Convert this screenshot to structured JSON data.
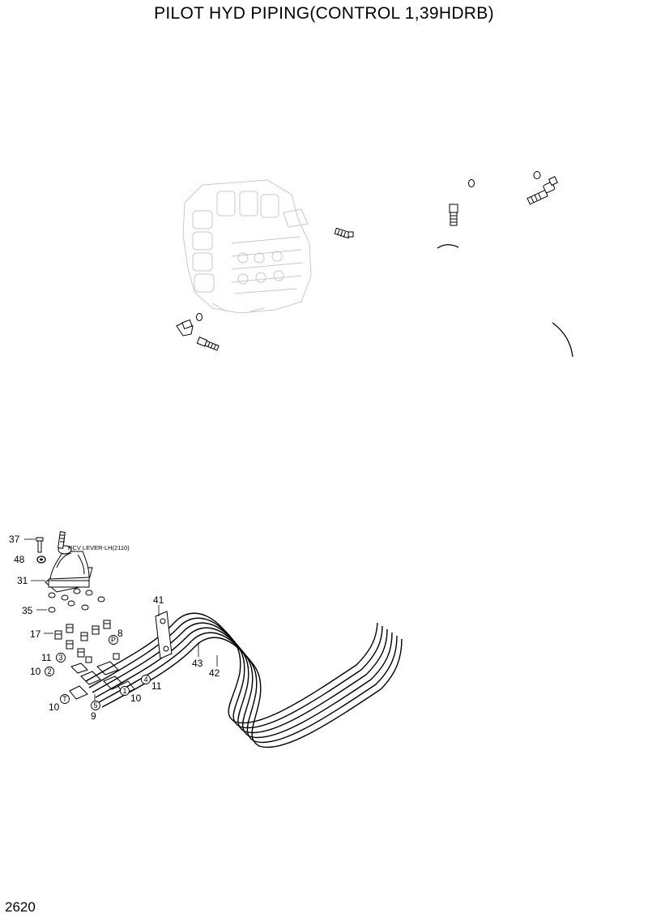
{
  "title": "PILOT HYD PIPING(CONTROL 1,39HDRB)",
  "page_number": "2620",
  "components": {
    "control_valve": "control-valve",
    "rcv_lever_label": "RCV LEVER-LH(2110)"
  },
  "part_labels": {
    "p37": "37",
    "p48": "48",
    "p31": "31",
    "p35": "35",
    "p17": "17",
    "p11a": "11",
    "p10a": "10",
    "p10b": "10",
    "p9": "9",
    "p10c": "10",
    "p11b": "11",
    "p8": "8",
    "p41": "41",
    "p43": "43",
    "p42": "42"
  },
  "port_markers": {
    "m3": "3",
    "m2": "2",
    "mT": "T",
    "m5": "5",
    "m1": "1",
    "m4": "4",
    "mP": "P"
  }
}
